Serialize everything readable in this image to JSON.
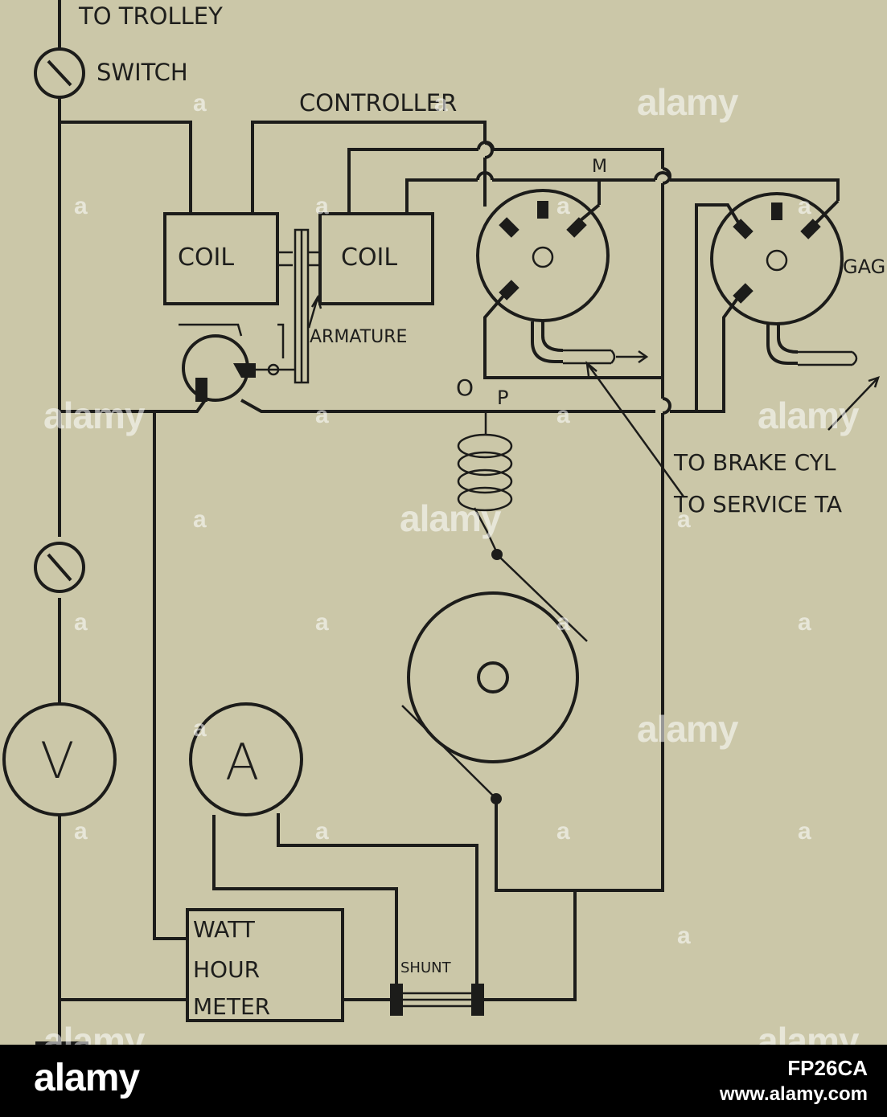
{
  "diagram": {
    "labels": {
      "to_trolley": "TO TROLLEY",
      "switch": "SWITCH",
      "controller": "CONTROLLER",
      "m": "M",
      "coil_left": "COIL",
      "coil_right": "COIL",
      "armature": "ARMATURE",
      "gauge_partial": "GAG",
      "o": "O",
      "p": "P",
      "to_brake_cyl": "TO BRAKE CYL",
      "to_service_ta": "TO SERVICE TA",
      "voltmeter": "V",
      "ammeter": "A",
      "watt_hour_meter_line1": "WATT",
      "watt_hour_meter_line2": "HOUR",
      "watt_hour_meter_line3": "METER",
      "shunt": "SHUNT"
    }
  },
  "watermark": {
    "text": "alamy",
    "mark": "a"
  },
  "footer": {
    "logo": "alamy",
    "image_id": "FP26CA",
    "url": "www.alamy.com"
  },
  "colors": {
    "paper": "#cbc7a8",
    "ink": "#1c1c1a",
    "footer_bg": "#000000"
  }
}
